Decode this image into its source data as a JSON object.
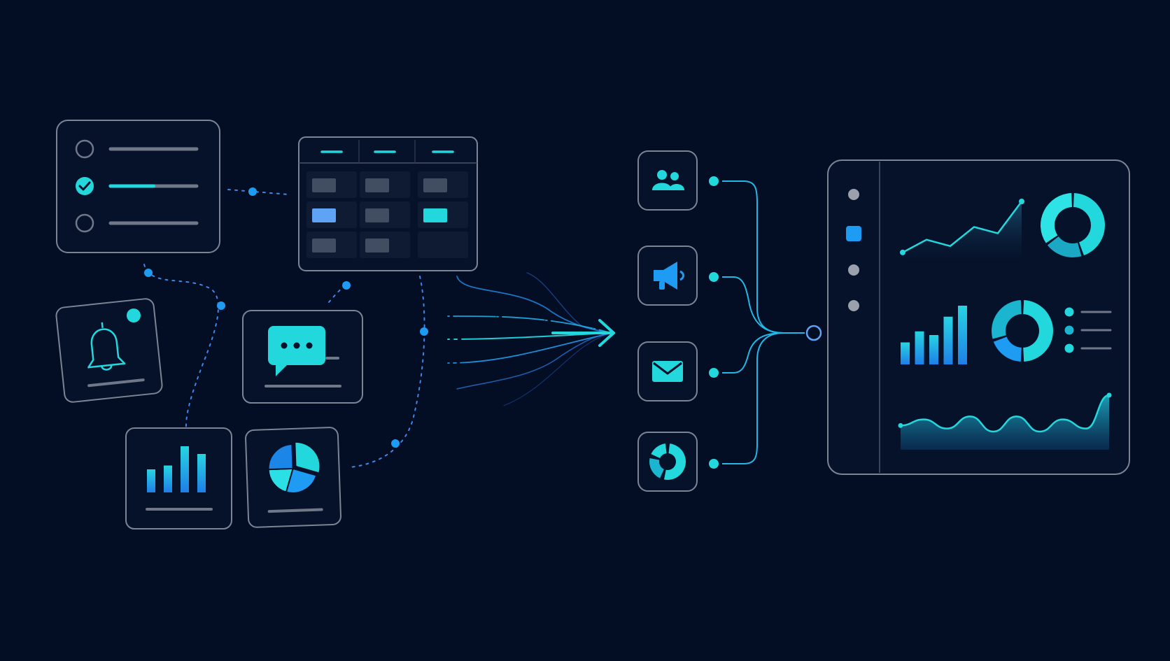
{
  "colors": {
    "background": "#030d24",
    "card_border": "#7c8494",
    "card_fill": "#06112a",
    "line_gray": "#6f7788",
    "cyan": "#22d8dd",
    "cyan_bright": "#2de3e6",
    "blue": "#1e9bf2",
    "blue_light": "#5fa3f5",
    "cell_gray": "#414d61",
    "cell_dark": "#0f1a33",
    "dot_gray": "#9aa1ad"
  },
  "icons": {
    "task_list": [
      "radio-empty-icon",
      "check-circle-icon",
      "radio-empty-icon"
    ],
    "notification": "bell-icon",
    "message": "chat-bubble-icon",
    "bar_chart": "bar-chart-icon",
    "pie_chart": "pie-chart-icon",
    "channels": [
      "users-icon",
      "megaphone-icon",
      "mail-icon",
      "donut-icon"
    ],
    "flow": "arrow-right-icon",
    "hub": "hub-node-icon"
  },
  "task_list": {
    "rows": [
      {
        "state": "empty",
        "progress": 0
      },
      {
        "state": "checked",
        "progress": 0.5
      },
      {
        "state": "empty",
        "progress": 0
      }
    ]
  },
  "data_table": {
    "columns": 3,
    "rows": [
      [
        "gray",
        "gray",
        "gray"
      ],
      [
        "blue",
        "gray",
        "cyan"
      ],
      [
        "gray",
        "gray",
        "empty"
      ]
    ]
  },
  "notification": {
    "unread": true
  },
  "mini_bar_chart": {
    "values": [
      3,
      3.5,
      6,
      5
    ]
  },
  "mini_pie_chart": {
    "values": [
      30,
      25,
      20,
      25
    ]
  },
  "dashboard": {
    "sidebar": [
      {
        "state": "inactive"
      },
      {
        "state": "active"
      },
      {
        "state": "inactive"
      },
      {
        "state": "inactive"
      }
    ],
    "line_chart": {
      "values": [
        1,
        3,
        2,
        5,
        4,
        9
      ]
    },
    "donut_top": {
      "values": [
        45,
        20,
        35
      ]
    },
    "bar_chart": {
      "values": [
        3,
        4.5,
        4,
        6.5,
        8
      ]
    },
    "donut_mid": {
      "values": [
        50,
        20,
        30
      ]
    },
    "legend": {
      "items": 3
    },
    "area_chart": {
      "values": [
        4,
        5,
        3.5,
        5.5,
        3,
        5.5,
        3,
        5,
        3.5,
        9
      ]
    }
  }
}
